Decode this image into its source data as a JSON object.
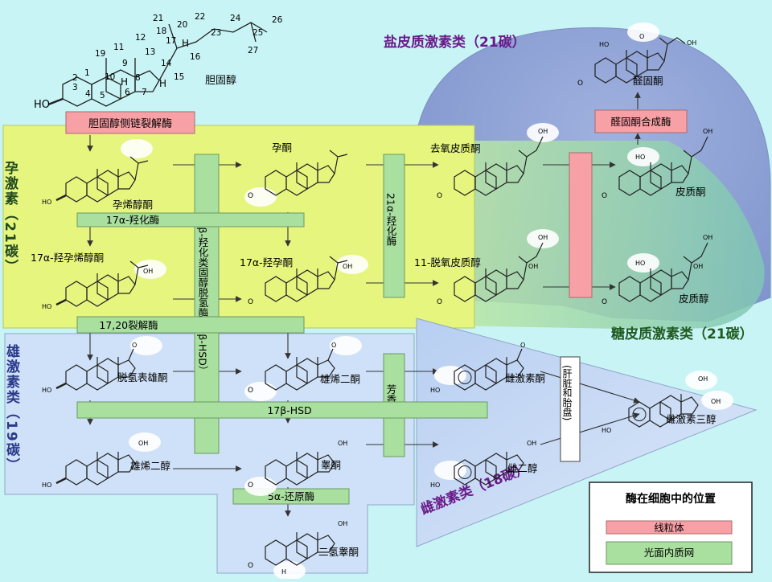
{
  "cholesterol": {
    "name": "胆固醇",
    "oh": "HO",
    "h": "H",
    "numbers": [
      "1",
      "2",
      "3",
      "4",
      "5",
      "6",
      "7",
      "8",
      "9",
      "10",
      "11",
      "12",
      "13",
      "14",
      "15",
      "16",
      "17",
      "18",
      "19",
      "20",
      "21",
      "22",
      "23",
      "24",
      "25",
      "26",
      "27"
    ]
  },
  "groups": {
    "mineralocorticoids": "盐皮质激素类（21碳）",
    "glucocorticoids": "糖皮质激素类（21碳）",
    "progestogens": "孕激素（21碳）",
    "androgens": "雄激素类（19碳）",
    "estrogens": "雌激素类（18碳）"
  },
  "enzymes": {
    "side_chain_cleavage": "胆固醇侧链裂解酶",
    "hydroxylase_17a": "17α-羟化酶",
    "lyase_17_20": "17,20裂解酶",
    "hsd_3b": "3-β-羟化类固醇脱氢酶（3β-HSD）",
    "hydroxylase_21a": "21α-羟化酶",
    "hsd_17b": "17β-HSD",
    "aromatase": "芳香酶",
    "reductase_5a": "5α-还原酶",
    "aldosterone_synthase": "醛固酮合成酶",
    "liver_placenta": "(肝脏和胎盘)"
  },
  "compounds": {
    "pregnenolone": "孕烯醇酮",
    "progesterone": "孕酮",
    "deoxycorticosterone": "去氧皮质酮",
    "corticosterone": "皮质酮",
    "aldosterone": "醛固酮",
    "oh_pregnenolone": "17α-羟孕烯醇酮",
    "oh_progesterone": "17α-羟孕酮",
    "deoxycortisol": "11-脱氧皮质醇",
    "cortisol": "皮质醇",
    "dhea": "脱氢表雄酮",
    "androstenedione": "雄烯二酮",
    "estrone": "雌激素酮",
    "estriol": "雌激素三醇",
    "androstenediol": "雄烯二醇",
    "testosterone": "睾酮",
    "estradiol": "雌二醇",
    "dht": "二氢睾酮"
  },
  "legend": {
    "title": "酶在细胞中的位置",
    "mitochondria": "线粒体",
    "smooth_er": "光面内质网"
  },
  "colors": {
    "group_title": "#6a1b8a",
    "mitochondria": "#f7a1a6",
    "smooth_er": "#a9df9f",
    "progestogen_region": "#e6f57e",
    "androgen_region": "#cfe1f8"
  }
}
